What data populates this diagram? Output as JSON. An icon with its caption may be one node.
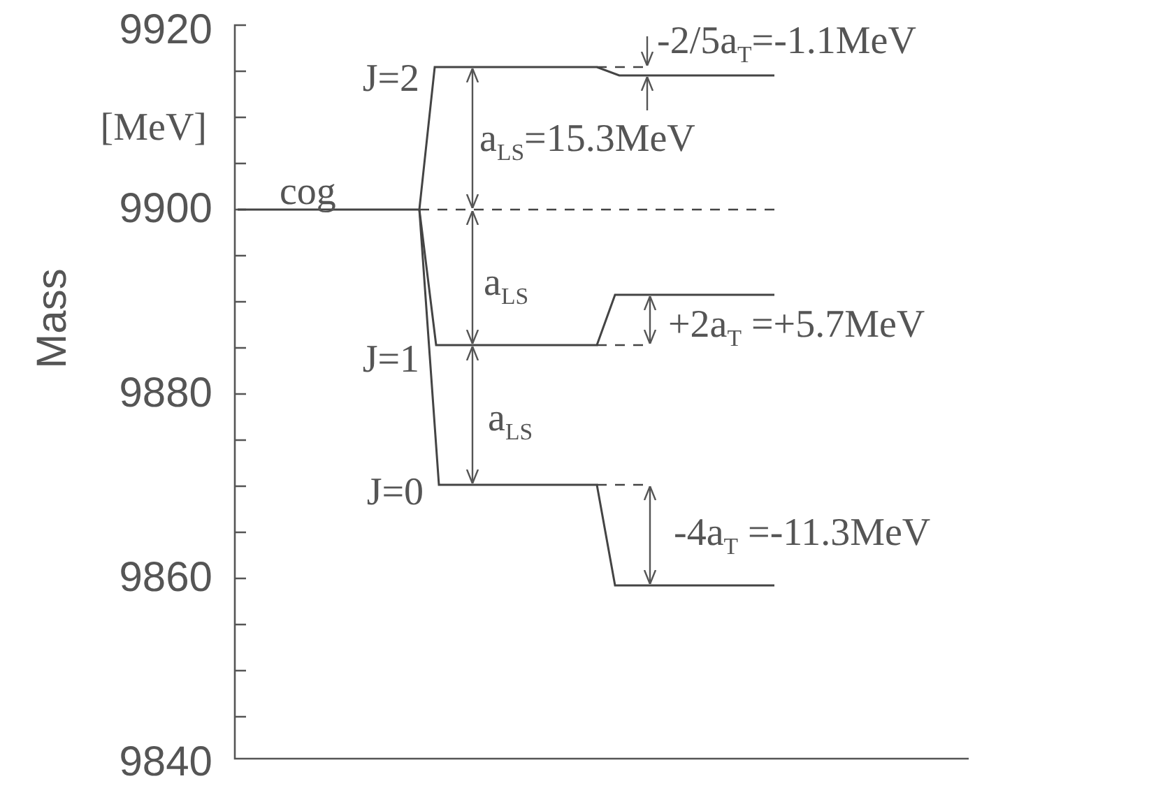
{
  "diagram": {
    "labels": [
      "9920",
      "-2/5a$_{T}$=-1.1MeV",
      "J=2",
      "[MeV]",
      "a$_{LS}$=15.3MeV",
      "cog",
      "9900",
      "Mass",
      "a$_{LS}$",
      "J=1",
      "+2a$_{T}$ =+5.7MeV",
      "9880",
      "a$_{LS}$",
      "J=0",
      "-4a$_{T}$ =-11.3MeV",
      "9860",
      "9840"
    ]
  }
}
